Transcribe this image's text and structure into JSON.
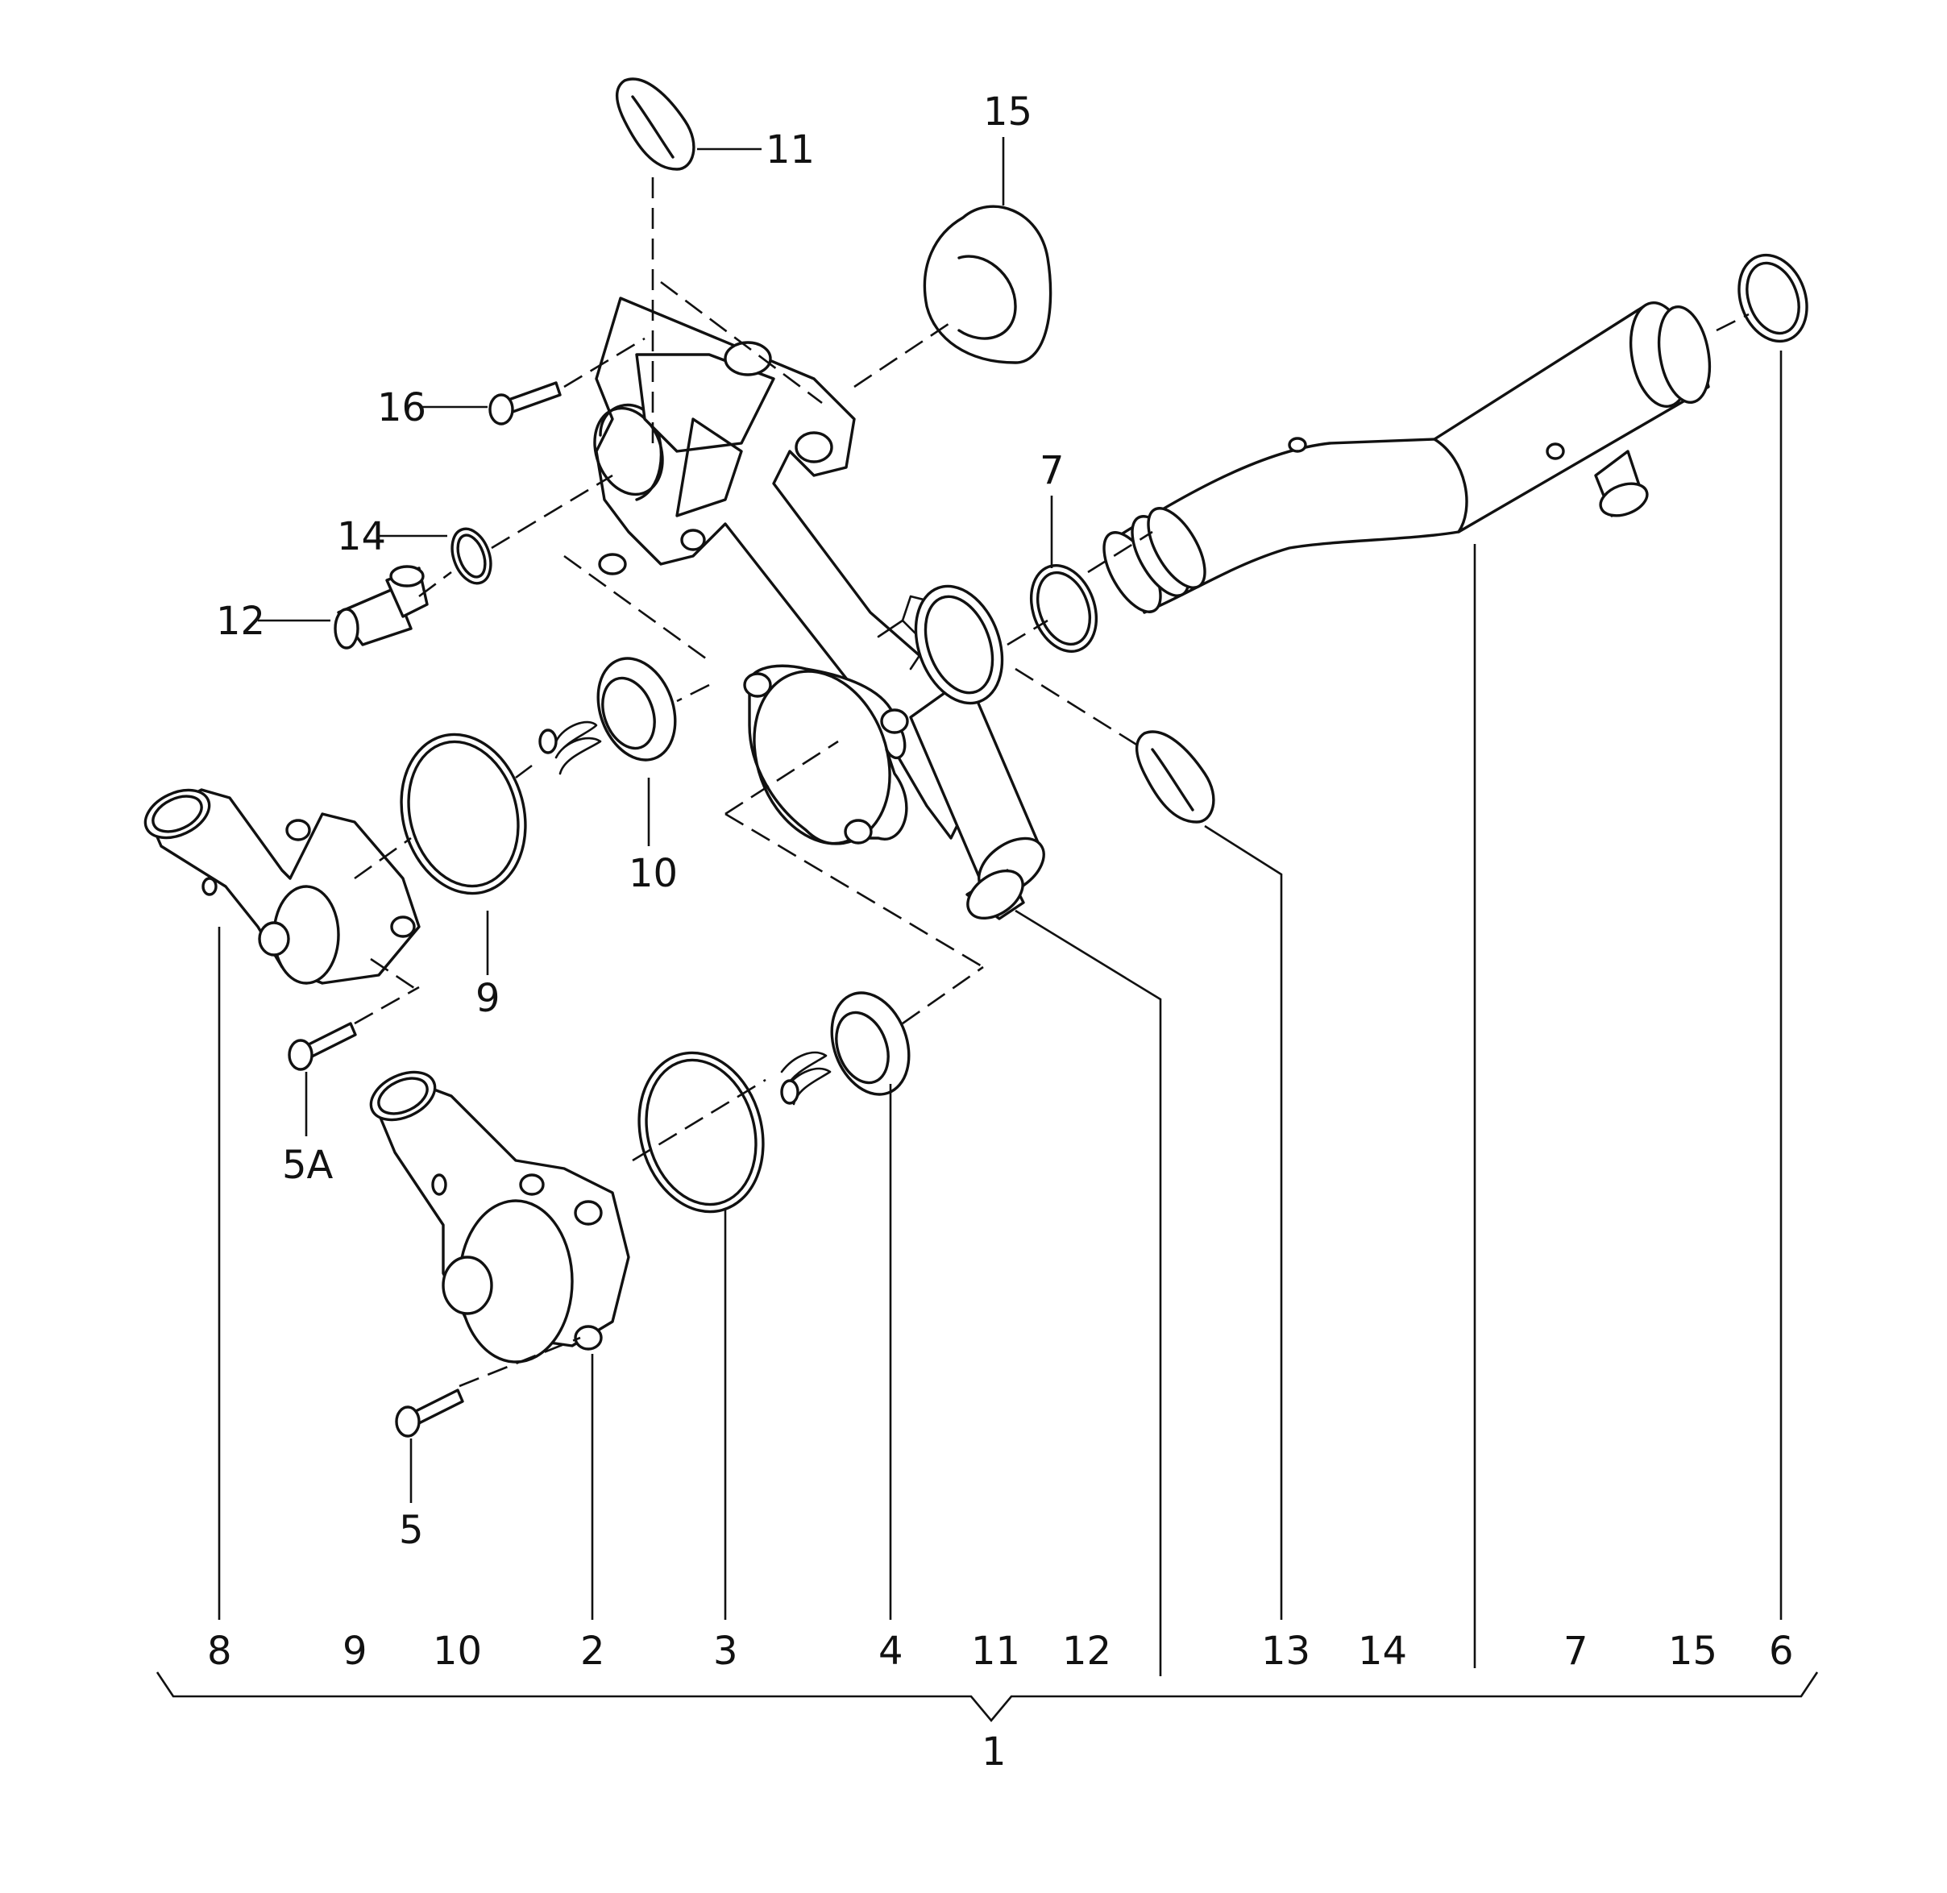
{
  "callouts": {
    "c1": "1",
    "c2": "2",
    "c3": "3",
    "c4": "4",
    "c5": "5",
    "c5a": "5A",
    "c6": "6",
    "c7": "7",
    "c8": "8",
    "c9": "9",
    "c10": "10",
    "c11": "11",
    "c12": "12",
    "c13": "13",
    "c14": "14",
    "c15": "15",
    "c16": "16"
  },
  "assembly_row": [
    "8",
    "9",
    "10",
    "2",
    "3",
    "4",
    "11",
    "12",
    "13",
    "14",
    "7",
    "15",
    "6"
  ],
  "group_label": "1"
}
